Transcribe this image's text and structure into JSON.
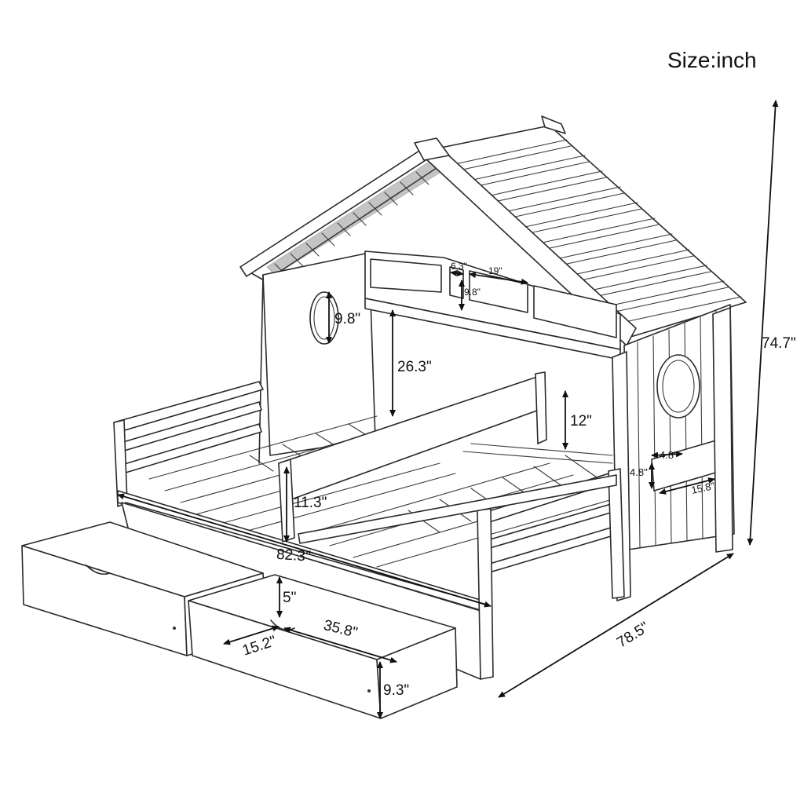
{
  "title": "Size:inch",
  "dimensions": {
    "total_height": "74.7\"",
    "bed_length": "78.5\"",
    "bed_width": "82.3\"",
    "window_diameter": "9.8\"",
    "shelf_height": "9.8\"",
    "shelf_width_small": "6.3\"",
    "shelf_width_large": "19\"",
    "headboard_clearance": "26.3\"",
    "guardrail_height_top": "12\"",
    "guardrail_height_side": "11.3\"",
    "side_shelf_width": "4.8\"",
    "side_shelf_height": "4.8\"",
    "side_shelf_length": "15.8\"",
    "drawer_height_inner": "5\"",
    "drawer_width": "15.2\"",
    "drawer_length": "35.8\"",
    "drawer_height": "9.3\""
  }
}
